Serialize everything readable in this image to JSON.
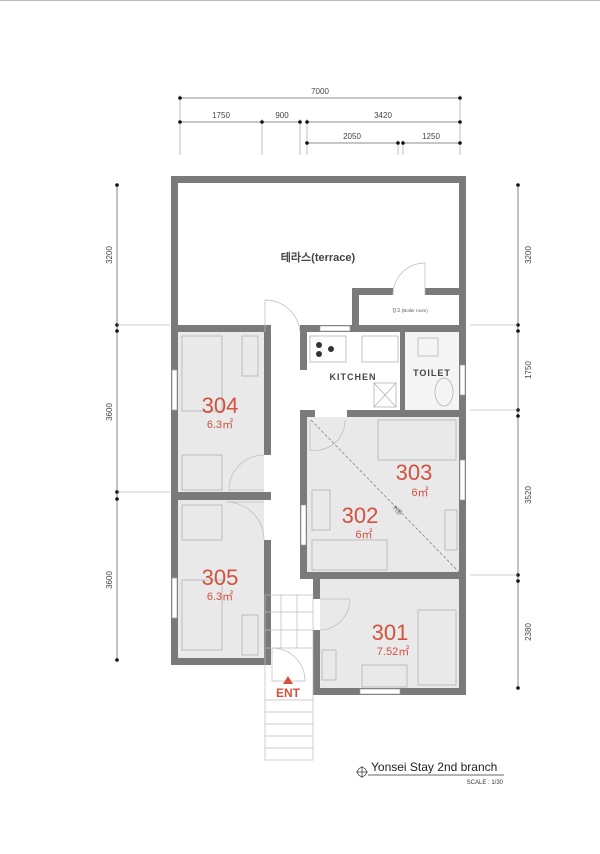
{
  "dimensions": {
    "top_total": "7000",
    "top_row2": [
      "1750",
      "900",
      "3420"
    ],
    "top_row3": [
      "2050",
      "1250"
    ],
    "left": [
      "3200",
      "3600",
      "3600"
    ],
    "right": [
      "3200",
      "1750",
      "3520",
      "2380"
    ]
  },
  "rooms": {
    "terrace": "테라스(terrace)",
    "boiler": "창고 (Boiler room)",
    "kitchen": "KITCHEN",
    "toilet": "TOILET",
    "r304": {
      "number": "304",
      "area": "6.3㎡"
    },
    "r305": {
      "number": "305",
      "area": "6.3㎡"
    },
    "r303": {
      "number": "303",
      "area": "6㎡"
    },
    "r302": {
      "number": "302",
      "area": "6㎡"
    },
    "r301": {
      "number": "301",
      "area": "7.52㎡"
    },
    "curtain": "커튼"
  },
  "entrance": "ENT",
  "title_block": {
    "title": "Yonsei Stay 2nd branch",
    "scale": "SCALE : 1/30"
  },
  "colors": {
    "room_label": "#d2513f",
    "wall": "#7a7a7a",
    "floor": "#e9e9e9"
  }
}
